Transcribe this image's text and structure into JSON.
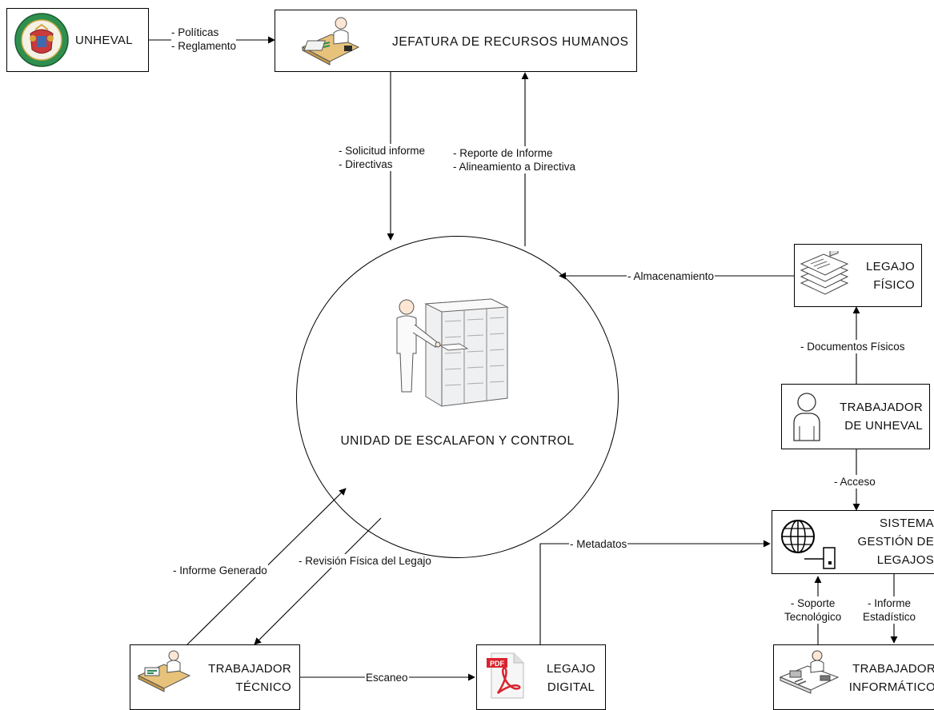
{
  "nodes": {
    "unheval": "UNHEVAL",
    "jefatura": "JEFATURA DE RECURSOS HUMANOS",
    "unidad": "UNIDAD DE ESCALAFON Y CONTROL",
    "legajo_fisico": [
      "LEGAJO",
      "FÍSICO"
    ],
    "trabajador_unheval": [
      "TRABAJADOR",
      "DE UNHEVAL"
    ],
    "sistema": [
      "SISTEMA",
      "GESTIÓN DE",
      "LEGAJOS"
    ],
    "trabajador_tecnico": [
      "TRABAJADOR",
      "TÉCNICO"
    ],
    "legajo_digital": [
      "LEGAJO",
      "DIGITAL"
    ],
    "trabajador_informatico": [
      "TRABAJADOR",
      "INFORMÁTICO"
    ]
  },
  "flows": {
    "politicas": [
      "- Políticas",
      "- Reglamento"
    ],
    "solicitud": [
      "- Solicitud informe",
      "- Directivas"
    ],
    "reporte": [
      "- Reporte de Informe",
      "- Alineamiento a Directiva"
    ],
    "almacenamiento": "- Almacenamiento",
    "documentos_fisicos": "- Documentos Físicos",
    "acceso": "- Acceso",
    "metadatos": "- Metadatos",
    "informe_generado": "- Informe Generado",
    "revision": "- Revisión Física del Legajo",
    "escaneo": "Escaneo",
    "soporte": [
      "- Soporte",
      "Tecnológico"
    ],
    "informe_estadistico": [
      "- Informe",
      "Estadístico"
    ]
  },
  "icons": {
    "unheval": "university-seal-icon",
    "jefatura": "office-worker-desk-icon",
    "unidad": "person-at-file-cabinet-icon",
    "legajo_fisico": "paper-documents-icon",
    "trabajador_unheval": "user-icon",
    "sistema": "globe-server-icon",
    "trabajador_tecnico": "worker-desk-icon",
    "legajo_digital": "pdf-file-icon",
    "trabajador_informatico": "technician-desk-icon"
  }
}
